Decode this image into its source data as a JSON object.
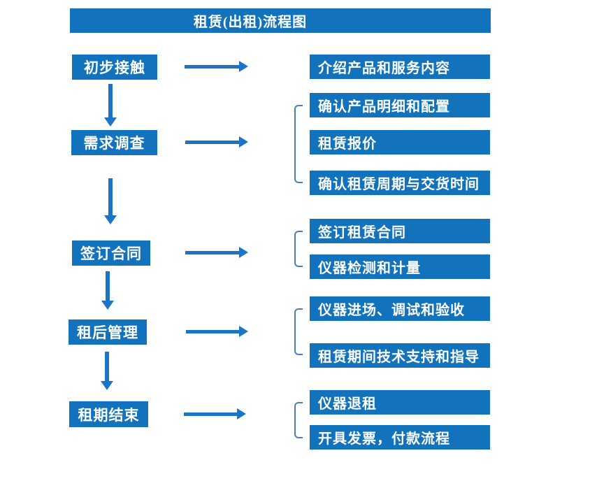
{
  "title": "租赁(出租)流程图",
  "colors": {
    "box_blue": "#1273BC",
    "arrow_blue": "#1B74C6",
    "bracket_blue": "#4B80B4",
    "text_white": "#FFFFFF",
    "background": "#FFFFFF"
  },
  "steps": [
    {
      "label": "初步接触",
      "details": [
        "介绍产品和服务内容"
      ]
    },
    {
      "label": "需求调查",
      "details": [
        "确认产品明细和配置",
        "租赁报价",
        "确认租赁周期与交货时间"
      ]
    },
    {
      "label": "签订合同",
      "details": [
        "签订租赁合同",
        "仪器检测和计量"
      ]
    },
    {
      "label": "租后管理",
      "details": [
        "仪器进场、调试和验收",
        "租赁期间技术支持和指导"
      ]
    },
    {
      "label": "租期结束",
      "details": [
        "仪器退租",
        "开具发票，付款流程"
      ]
    }
  ]
}
